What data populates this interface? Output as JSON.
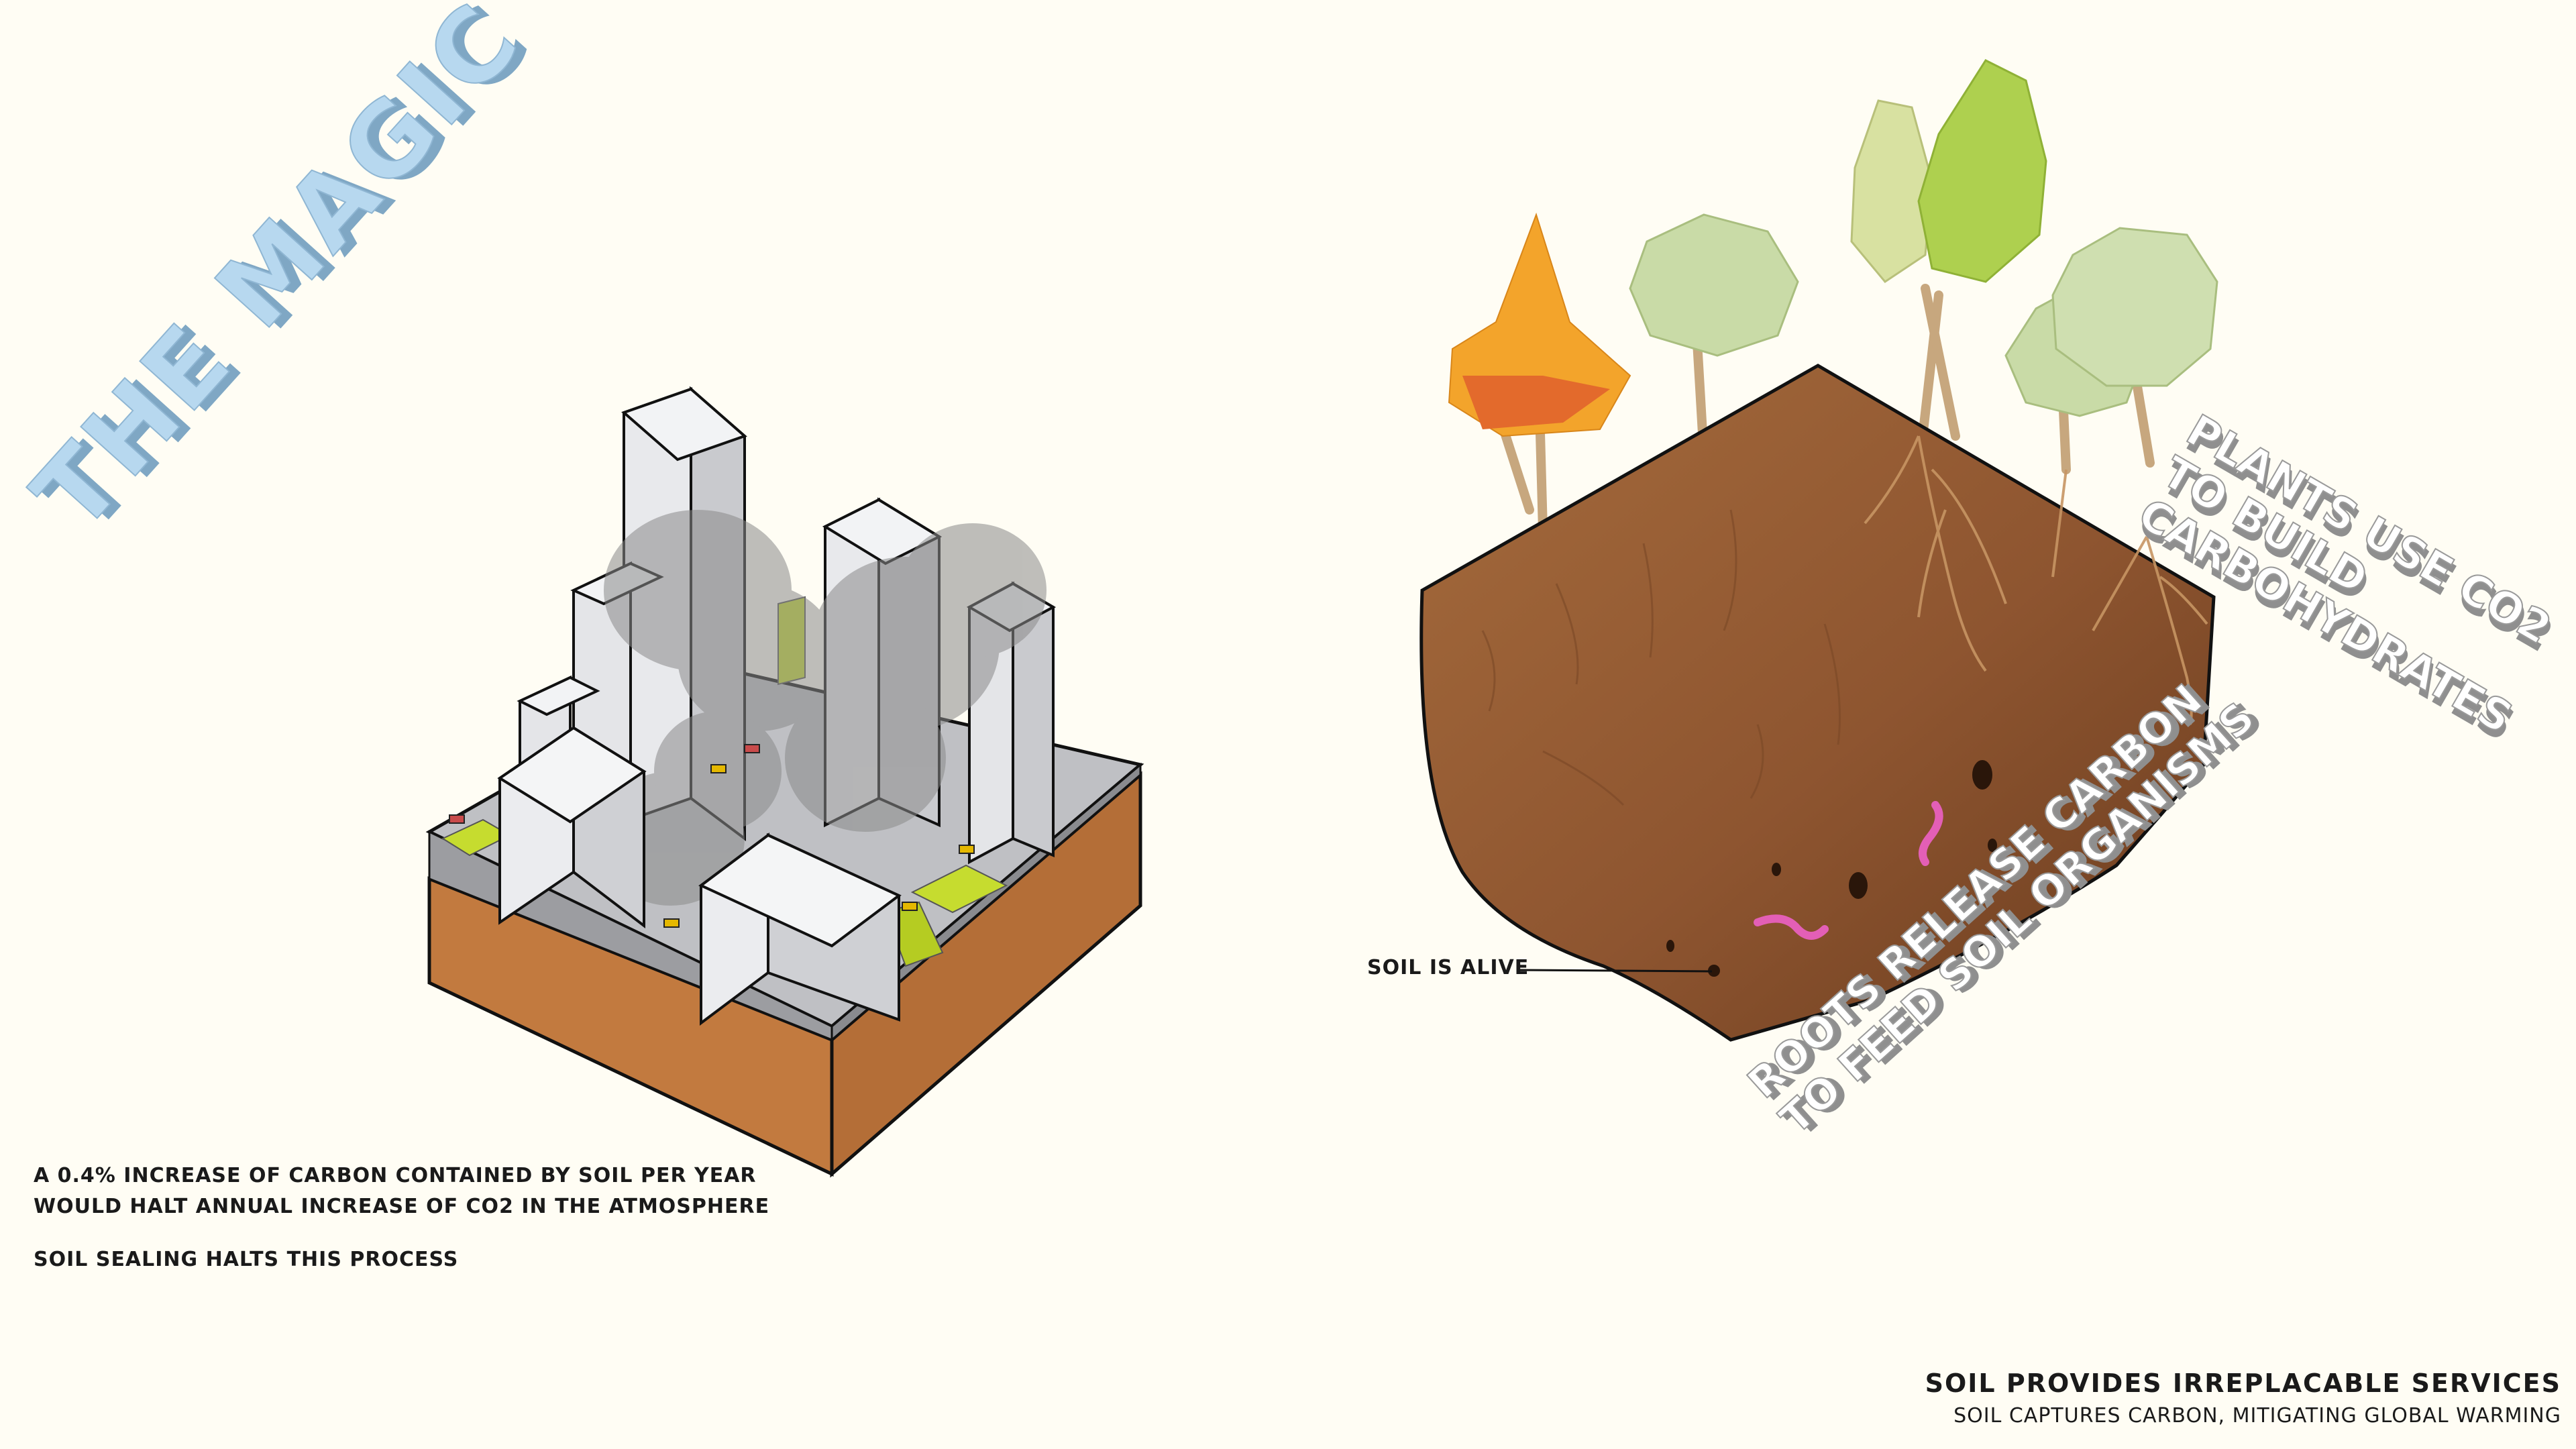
{
  "title": "THE MAGIC OF SOIL",
  "notes": {
    "carbon_line1": "A 0.4% INCREASE OF CARBON CONTAINED BY SOIL PER YEAR",
    "carbon_line2": "WOULD HALT ANNUAL INCREASE OF CO2 IN THE ATMOSPHERE",
    "sealing": "SOIL SEALING HALTS THIS PROCESS"
  },
  "labels": {
    "soil_alive": "SOIL IS ALIVE",
    "plants_line1": "PLANTS USE CO2",
    "plants_line2": "TO BUILD",
    "plants_line3": "CARBOHYDRATES",
    "roots_line1": "ROOTS RELEASE CARBON",
    "roots_line2": "TO FEED SOIL ORGANISMS"
  },
  "footer": {
    "title": "SOIL PROVIDES IRREPLACABLE SERVICES",
    "subtitle": "SOIL CAPTURES CARBON, MITIGATING GLOBAL WARMING"
  },
  "colors": {
    "background": "#fffdf4",
    "title_fill": "#b7d8ef",
    "soil_orange": "#c27a3f",
    "soil_brown": "#9a5f34",
    "building_grey": "#dfe0e4",
    "smoke_grey": "#8a8a8a",
    "green_space": "#c6dc2f",
    "tree_green": "#c9dba7",
    "worm_pink": "#e35fb6",
    "label_grey": "#8f8f8f"
  }
}
